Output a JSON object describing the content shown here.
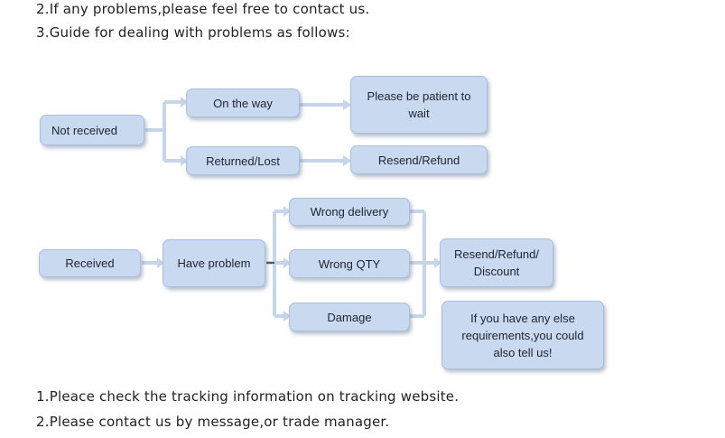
{
  "header": {
    "line2": "2.If any problems,please feel free to contact us.",
    "line3": "3.Guide for dealing with problems as follows:"
  },
  "flow": {
    "not_received": "Not received",
    "on_the_way": "On the way",
    "be_patient": "Please be patient to wait",
    "returned_lost": "Returned/Lost",
    "resend_refund": "Resend/Refund",
    "received": "Received",
    "have_problem": "Have problem",
    "wrong_delivery": "Wrong delivery",
    "wrong_qty": "Wrong QTY",
    "damage": "Damage",
    "resend_refund_discount": "Resend/Refund/ Discount",
    "else_requirements": "If you have any else requirements,you could also tell us!"
  },
  "footer": {
    "line1": "1.Pleace check the tracking information on tracking website.",
    "line2": "2.Please contact us by message,or trade manager."
  },
  "colors": {
    "box_fill": "#c9d9ef",
    "connector": "#c5d5ea"
  }
}
